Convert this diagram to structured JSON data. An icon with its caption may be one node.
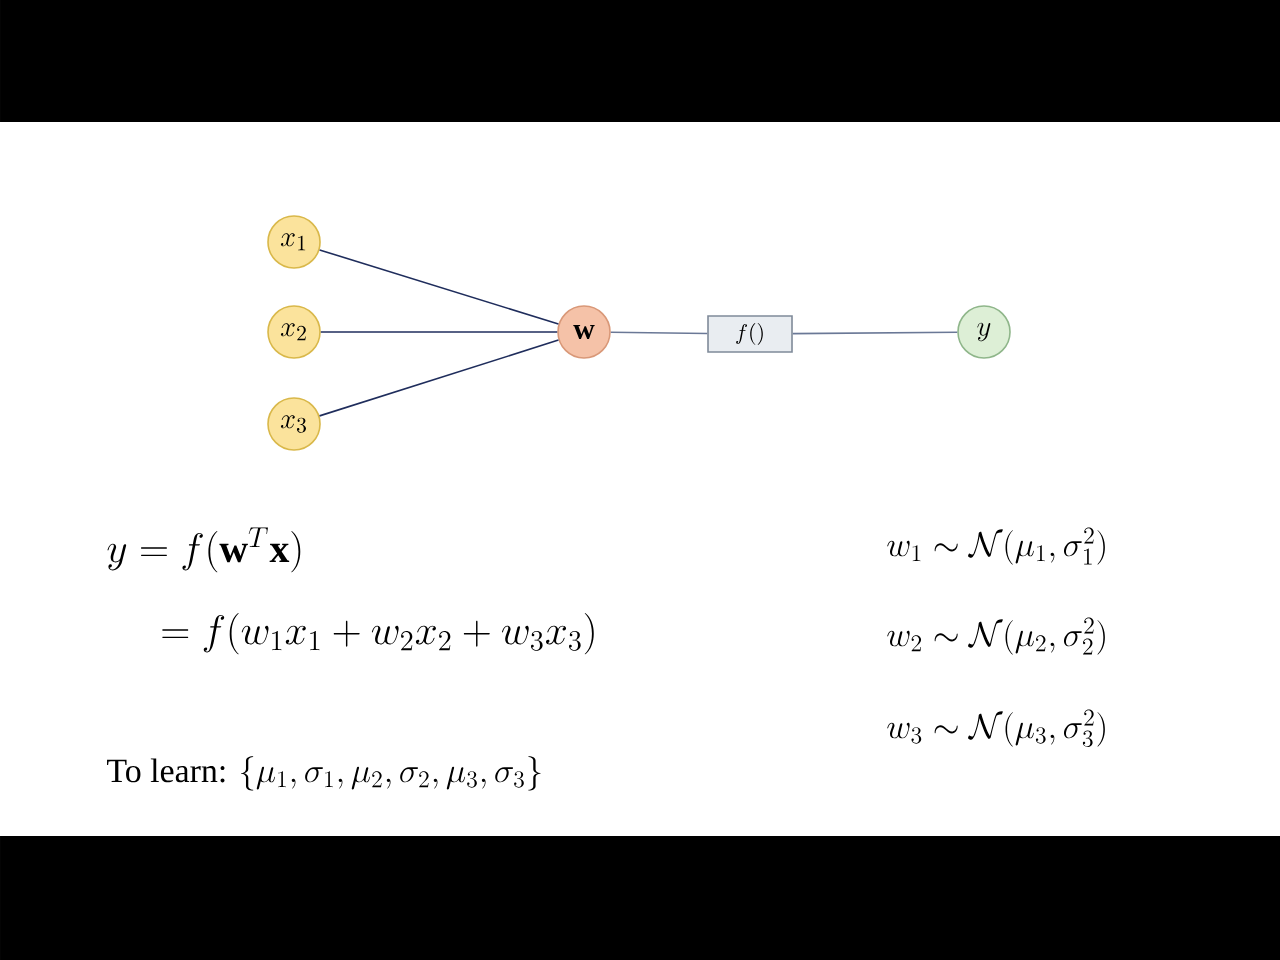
{
  "diagram": {
    "nodes": [
      {
        "text": [
          "x_1"
        ]
      },
      {
        "text": [
          "x_2"
        ]
      },
      {
        "text": [
          "x_3"
        ]
      },
      {
        "text": [
          "\\mathbf{w}"
        ]
      },
      {
        "text": [
          "f()"
        ]
      },
      {
        "text": [
          "y"
        ]
      }
    ],
    "edges": [
      {
        "from": 0,
        "to": 3,
        "arrow": "none"
      },
      {
        "from": 1,
        "to": 3,
        "arrow": "none"
      },
      {
        "from": 2,
        "to": 3,
        "arrow": "none"
      },
      {
        "from": 3,
        "to": 4,
        "arrow": "none",
        "color": "#6a7896"
      },
      {
        "from": 4,
        "to": 5,
        "arrow": "none",
        "color": "#6a7896"
      }
    ],
    "labels": [
      "y = f(\\mathbf{w}^T\\mathbf{x})",
      "= f(w_1x_1 + w_2x_2 + w_3x_3)",
      "w_1 \\sim \\mathcal{N}(\\mu_1, \\sigma_1^2)",
      "w_2 \\sim \\mathcal{N}(\\mu_2, \\sigma_2^2)",
      "w_3 \\sim \\mathcal{N}(\\mu_3, \\sigma_3^2)",
      "\\text{To learn: } \\{\\mu_1, \\sigma_1, \\mu_2, \\sigma_2, \\mu_3, \\sigma_3\\}"
    ]
  }
}
